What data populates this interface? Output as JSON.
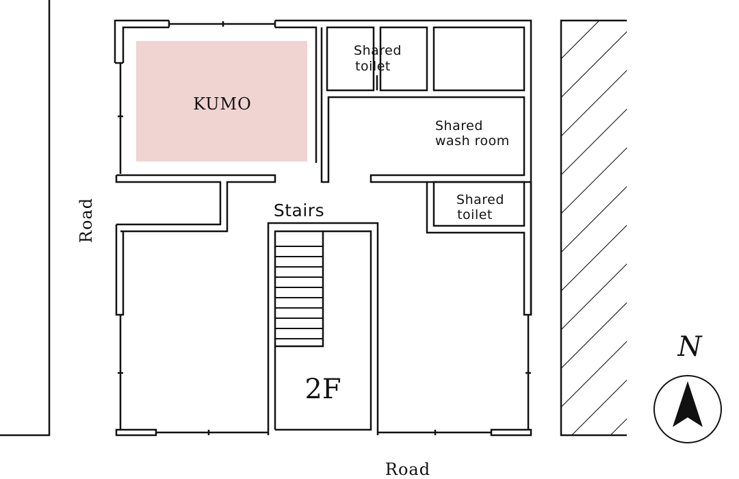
{
  "rooms": {
    "kumo": {
      "label": "KUMO",
      "fill": "#f0d4d2"
    },
    "shared_toilet_top": {
      "line1": "Shared",
      "line2": "toilet"
    },
    "shared_wash_room": {
      "line1": "Shared",
      "line2": "wash room"
    },
    "shared_toilet_right": {
      "line1": "Shared",
      "line2": "toilet"
    }
  },
  "stairs": {
    "label": "Stairs"
  },
  "floor": {
    "label": "2F"
  },
  "roads": {
    "left": "Road",
    "bottom": "Road"
  },
  "compass": {
    "label": "N"
  },
  "colors": {
    "wall": "#111111",
    "background": "#ffffff"
  }
}
